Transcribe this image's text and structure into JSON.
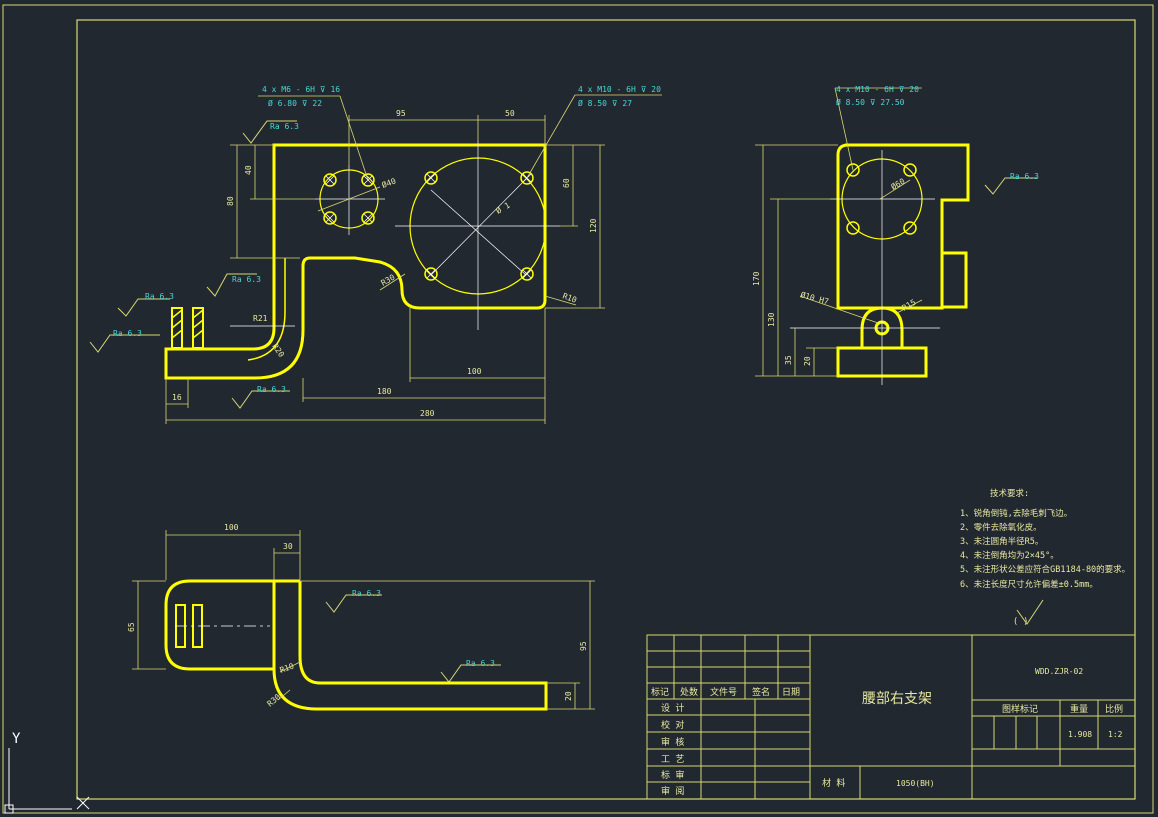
{
  "drawing": {
    "title": "腰部右支架",
    "drawing_no": "WDD.ZJR-02",
    "material_label": "材 料",
    "material": "1050(BH)",
    "weight": "1.908",
    "scale": "1:2",
    "headers": {
      "mark": "标记",
      "count": "处数",
      "file": "文件号",
      "sign": "签名",
      "date": "日期"
    },
    "roles": [
      "设 计",
      "校 对",
      "审 核",
      "工 艺",
      "标 审",
      "审 阅"
    ],
    "label_stage": "图样标记",
    "label_weight": "重量",
    "label_scale": "比例"
  },
  "notes": {
    "heading": "技术要求:",
    "items": [
      "1、锐角倒钝,去除毛刺飞边。",
      "2、零件去除氧化皮。",
      "3、未注圆角半径R5。",
      "4、未注倒角均为2×45°。",
      "5、未注形状公差应符合GB1184-80的要求。",
      "6、未注长度尺寸允许偏差±0.5mm。"
    ],
    "roughness_paren": "(   )"
  },
  "callouts": {
    "m6": "4 x M6 - 6H ⊽ 16",
    "m6_drill": "Ø 6.80 ⊽ 22",
    "m10": "4 x M10 - 6H ⊽ 20",
    "m10_drill": "Ø 8.50 ⊽ 27",
    "m10b": "4 x M10 - 6H ⊽ 20",
    "m10b_drill": "Ø 8.50 ⊽ 27.50",
    "ra": "Ra 6.3",
    "phi40": "Ø40",
    "phi_big": "Ø 1",
    "phi60": "Ø60",
    "phi10": "Ø10 H7",
    "r15": "R15",
    "r20": "R20",
    "r10": "R10",
    "r30": "R30",
    "r21": "R21",
    "r30b": "R30"
  },
  "dims": {
    "d95": "95",
    "d50": "50",
    "d40": "40",
    "d80": "80",
    "d60": "60",
    "d120": "120",
    "d100": "100",
    "d180": "180",
    "d280": "280",
    "d16": "16",
    "d170": "170",
    "d130": "130",
    "d35": "35",
    "d20": "20",
    "b100": "100",
    "b30": "30",
    "b65": "65",
    "b95": "95",
    "b20": "20"
  },
  "axes": {
    "y": "Y",
    "x": "X"
  },
  "colors": {
    "background": "#212830",
    "outline": "#ffff00",
    "frame": "#d8d870",
    "dim": "#e8e8a0",
    "text": "#49d6d6"
  }
}
